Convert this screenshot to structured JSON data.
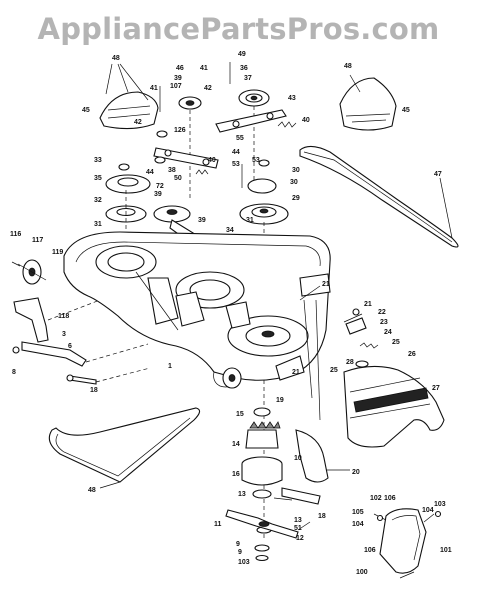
{
  "watermark": "AppliancePartsPros.com",
  "callouts": [
    {
      "id": "c48a",
      "text": "48"
    },
    {
      "id": "c45a",
      "text": "45"
    },
    {
      "id": "c49",
      "text": "49"
    },
    {
      "id": "c41a",
      "text": "41"
    },
    {
      "id": "c46a",
      "text": "46"
    },
    {
      "id": "c36",
      "text": "36"
    },
    {
      "id": "c39a",
      "text": "39"
    },
    {
      "id": "c37",
      "text": "37"
    },
    {
      "id": "c107",
      "text": "107"
    },
    {
      "id": "c42a",
      "text": "42"
    },
    {
      "id": "c41b",
      "text": "41"
    },
    {
      "id": "c43",
      "text": "43"
    },
    {
      "id": "c48b",
      "text": "48"
    },
    {
      "id": "c45b",
      "text": "45"
    },
    {
      "id": "c42b",
      "text": "42"
    },
    {
      "id": "c126",
      "text": "126"
    },
    {
      "id": "c55",
      "text": "55"
    },
    {
      "id": "c40a",
      "text": "40"
    },
    {
      "id": "c33",
      "text": "33"
    },
    {
      "id": "c40b",
      "text": "40"
    },
    {
      "id": "c44a",
      "text": "44"
    },
    {
      "id": "c38",
      "text": "38"
    },
    {
      "id": "c44b",
      "text": "44"
    },
    {
      "id": "c53a",
      "text": "53"
    },
    {
      "id": "c50",
      "text": "50"
    },
    {
      "id": "c53b",
      "text": "53"
    },
    {
      "id": "c30a",
      "text": "30"
    },
    {
      "id": "c47",
      "text": "47"
    },
    {
      "id": "c30b",
      "text": "30"
    },
    {
      "id": "c35",
      "text": "35"
    },
    {
      "id": "c72",
      "text": "72"
    },
    {
      "id": "c39b",
      "text": "39"
    },
    {
      "id": "c32",
      "text": "32"
    },
    {
      "id": "c29",
      "text": "29"
    },
    {
      "id": "c31a",
      "text": "31"
    },
    {
      "id": "c39c",
      "text": "39"
    },
    {
      "id": "c31b",
      "text": "31"
    },
    {
      "id": "c34",
      "text": "34"
    },
    {
      "id": "c116",
      "text": "116"
    },
    {
      "id": "c117",
      "text": "117"
    },
    {
      "id": "c119",
      "text": "119"
    },
    {
      "id": "c21a",
      "text": "21"
    },
    {
      "id": "c21b",
      "text": "21"
    },
    {
      "id": "c22",
      "text": "22"
    },
    {
      "id": "c23",
      "text": "23"
    },
    {
      "id": "c24",
      "text": "24"
    },
    {
      "id": "c25",
      "text": "25"
    },
    {
      "id": "c26",
      "text": "26"
    },
    {
      "id": "c28",
      "text": "28"
    },
    {
      "id": "c118",
      "text": "118"
    },
    {
      "id": "c3",
      "text": "3"
    },
    {
      "id": "c6",
      "text": "6"
    },
    {
      "id": "c8",
      "text": "8"
    },
    {
      "id": "c18a",
      "text": "18"
    },
    {
      "id": "c1",
      "text": "1"
    },
    {
      "id": "c21c",
      "text": "21"
    },
    {
      "id": "c25b",
      "text": "25"
    },
    {
      "id": "c27",
      "text": "27"
    },
    {
      "id": "c19",
      "text": "19"
    },
    {
      "id": "c15",
      "text": "15"
    },
    {
      "id": "c14",
      "text": "14"
    },
    {
      "id": "c10",
      "text": "10"
    },
    {
      "id": "c16",
      "text": "16"
    },
    {
      "id": "c20",
      "text": "20"
    },
    {
      "id": "c48c",
      "text": "48"
    },
    {
      "id": "c13a",
      "text": "13"
    },
    {
      "id": "c11",
      "text": "11"
    },
    {
      "id": "c13b",
      "text": "13"
    },
    {
      "id": "c51",
      "text": "51"
    },
    {
      "id": "c18b",
      "text": "18"
    },
    {
      "id": "c12",
      "text": "12"
    },
    {
      "id": "c9a",
      "text": "9"
    },
    {
      "id": "c9b",
      "text": "9"
    },
    {
      "id": "c103a",
      "text": "103"
    },
    {
      "id": "c102",
      "text": "102"
    },
    {
      "id": "c106a",
      "text": "106"
    },
    {
      "id": "c105",
      "text": "105"
    },
    {
      "id": "c103b",
      "text": "103"
    },
    {
      "id": "c104a",
      "text": "104"
    },
    {
      "id": "c104b",
      "text": "104"
    },
    {
      "id": "c106b",
      "text": "106"
    },
    {
      "id": "c101",
      "text": "101"
    },
    {
      "id": "c100",
      "text": "100"
    }
  ]
}
